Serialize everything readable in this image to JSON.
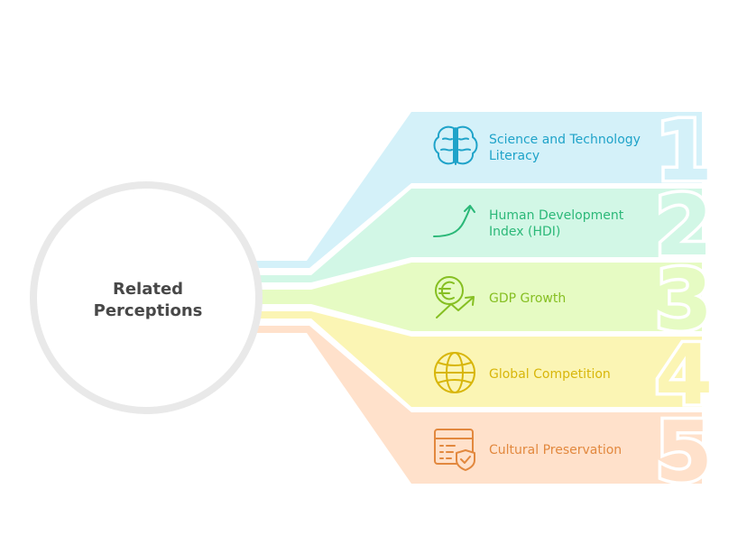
{
  "hub": {
    "title_line1": "Related",
    "title_line2": "Perceptions"
  },
  "items": [
    {
      "number": "1",
      "label_line1": "Science and Technology",
      "label_line2": "Literacy",
      "icon": "brain-icon",
      "fill": "#d4f1f9",
      "accent": "#1fa3c9"
    },
    {
      "number": "2",
      "label_line1": "Human Development",
      "label_line2": "Index (HDI)",
      "icon": "trend-arrow-icon",
      "fill": "#d2f7e6",
      "accent": "#2bb878"
    },
    {
      "number": "3",
      "label_line1": "GDP Growth",
      "label_line2": "",
      "icon": "euro-growth-icon",
      "fill": "#e6fbc3",
      "accent": "#86bf22"
    },
    {
      "number": "4",
      "label_line1": "Global Competition",
      "label_line2": "",
      "icon": "globe-icon",
      "fill": "#fbf5b4",
      "accent": "#d8b60a"
    },
    {
      "number": "5",
      "label_line1": "Cultural Preservation",
      "label_line2": "",
      "icon": "protected-document-icon",
      "fill": "#ffe1cb",
      "accent": "#e2883e"
    }
  ]
}
